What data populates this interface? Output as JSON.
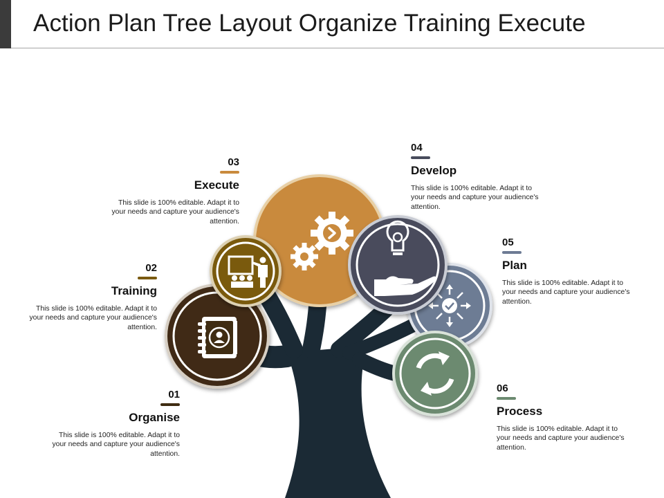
{
  "title": "Action Plan Tree Layout Organize Training Execute",
  "colors": {
    "trunk": "#1b2a35",
    "organise": "#3f2c12",
    "training": "#7a5a10",
    "execute": "#c98a3d",
    "develop": "#484c5c",
    "plan": "#6d7b94",
    "process": "#6c8a70"
  },
  "items": [
    {
      "number": "01",
      "heading": "Organise",
      "text": "This slide is 100% editable. Adapt it to your needs and capture your audience's attention.",
      "icon": "address-book-icon"
    },
    {
      "number": "02",
      "heading": "Training",
      "text": "This slide is 100% editable. Adapt it to your needs and capture your audience's attention.",
      "icon": "presentation-board-icon"
    },
    {
      "number": "03",
      "heading": "Execute",
      "text": "This slide is 100% editable. Adapt it to your needs and capture your audience's attention.",
      "icon": "gears-icon"
    },
    {
      "number": "04",
      "heading": "Develop",
      "text": "This slide is 100% editable. Adapt it to your needs and capture your audience's attention.",
      "icon": "lightbulb-hand-icon"
    },
    {
      "number": "05",
      "heading": "Plan",
      "text": "This slide is 100% editable. Adapt it to your needs and capture your audience's attention.",
      "icon": "arrows-check-icon"
    },
    {
      "number": "06",
      "heading": "Process",
      "text": "This slide is 100% editable. Adapt it to your needs and capture your audience's attention.",
      "icon": "refresh-cycle-icon"
    }
  ]
}
